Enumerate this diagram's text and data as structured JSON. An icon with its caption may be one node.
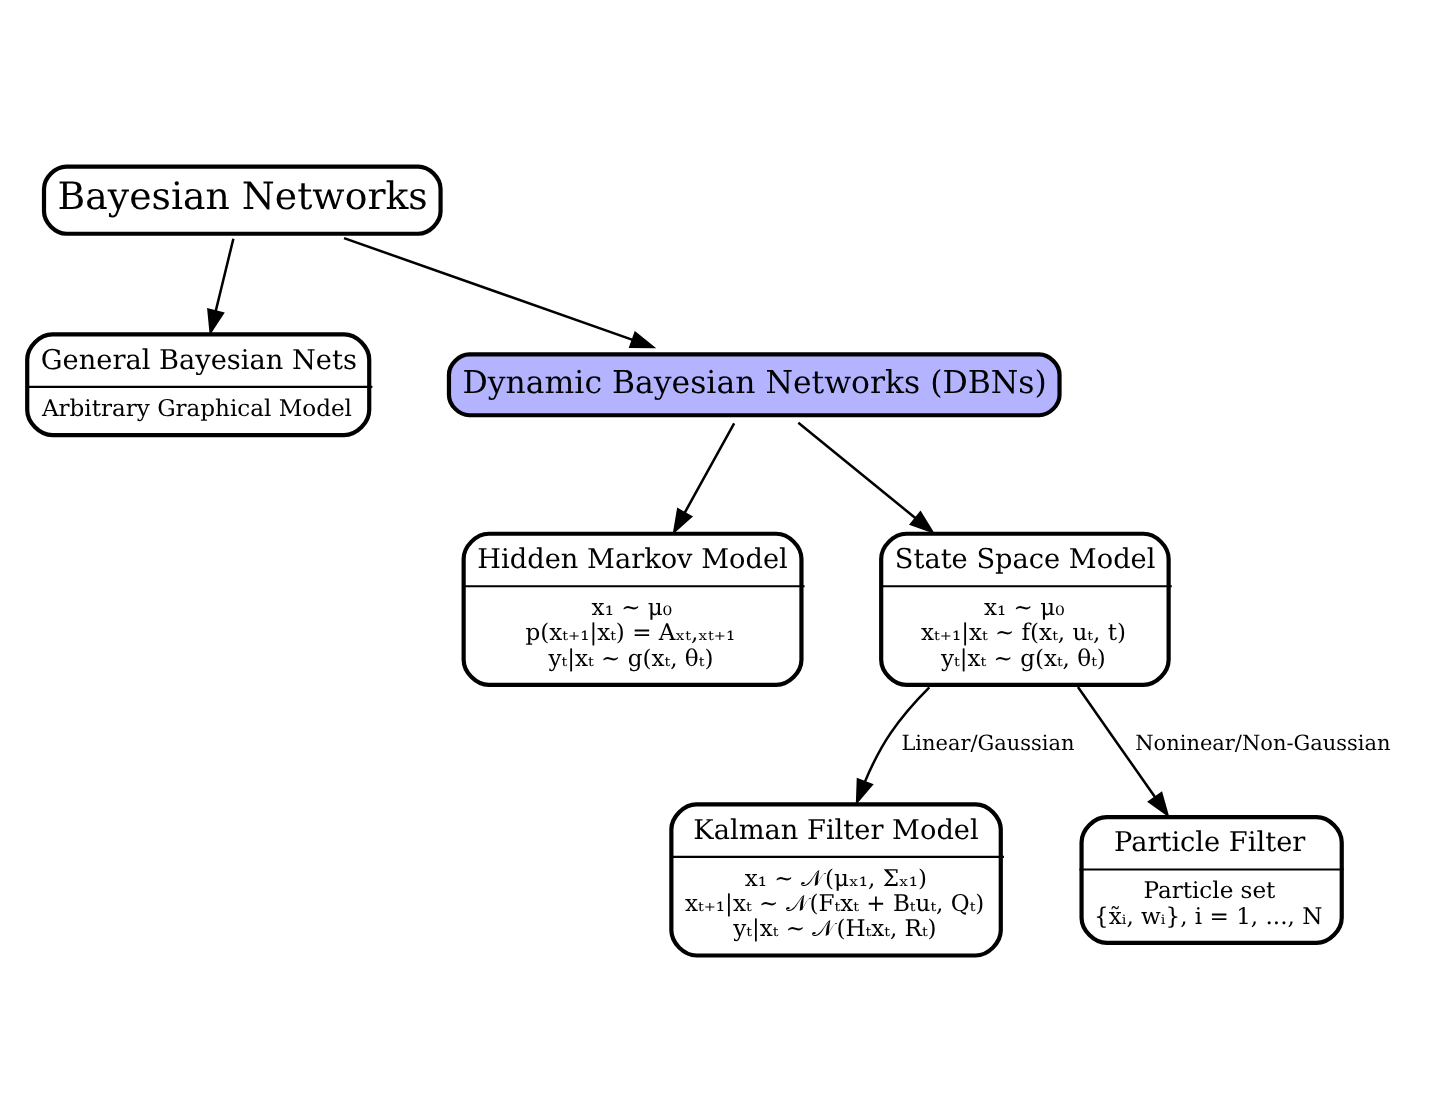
{
  "diagram": {
    "nodes": [
      {
        "text": [
          "Bayesian Networks"
        ]
      },
      {
        "text": [
          "General Bayesian Nets",
          "Arbitrary Graphical Model"
        ]
      },
      {
        "text": [
          "Dynamic Bayesian Networks (DBNs)"
        ]
      },
      {
        "text": [
          "Hidden Markov Model",
          "x₁ ∼ μ₀",
          "p(xₜ₊₁|xₜ) = Aₓₜ,ₓₜ₊₁",
          "yₜ|xₜ ∼ g(xₜ, θₜ)"
        ]
      },
      {
        "text": [
          "State Space Model",
          "x₁ ∼ μ₀",
          "xₜ₊₁|xₜ ∼ f(xₜ, uₜ, t)",
          "yₜ|xₜ ∼ g(xₜ, θₜ)"
        ]
      },
      {
        "text": [
          "Kalman Filter Model",
          "x₁ ∼ 𝒩(μₓ₁, Σₓ₁)",
          "xₜ₊₁|xₜ ∼ 𝒩(Fₜxₜ + Bₜuₜ, Qₜ)",
          "yₜ|xₜ ∼ 𝒩(Hₜxₜ, Rₜ)"
        ]
      },
      {
        "text": [
          "Particle Filter",
          "Particle set",
          "{x̃ᵢ, wᵢ}, i = 1, ..., N"
        ]
      }
    ],
    "edges": [
      {
        "from": 0,
        "to": 1,
        "arrow": "to"
      },
      {
        "from": 0,
        "to": 2,
        "arrow": "to"
      },
      {
        "from": 2,
        "to": 3,
        "arrow": "to"
      },
      {
        "from": 2,
        "to": 4,
        "arrow": "to"
      },
      {
        "from": 4,
        "to": 5,
        "arrow": "to",
        "label": "Linear/Gaussian"
      },
      {
        "from": 4,
        "to": 6,
        "arrow": "to",
        "label": "Noninear/Non-Gaussian"
      }
    ]
  }
}
